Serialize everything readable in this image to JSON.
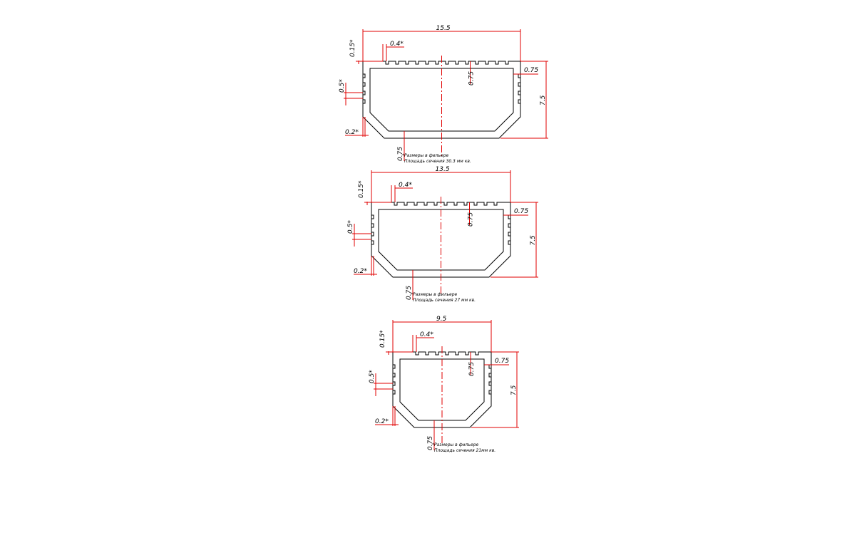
{
  "colors": {
    "outline": "#000000",
    "dimension": "#e00000"
  },
  "profiles": [
    {
      "width": "15.5",
      "height": "7.5",
      "tooth_depth": "0.15*",
      "tooth_width": "0.4*",
      "wall": "0.75",
      "side_tooth": "0.5*",
      "gap": "0.2*",
      "note_line1": "*Размеры в фильере",
      "note_line2": "Площадь сечения 30.3 мм кв."
    },
    {
      "width": "13.5",
      "height": "7.5",
      "tooth_depth": "0.15*",
      "tooth_width": "0.4*",
      "wall": "0.75",
      "side_tooth": "0.5*",
      "gap": "0.2*",
      "note_line1": "*Размеры в фильере",
      "note_line2": "Площадь сечения 27 мм кв."
    },
    {
      "width": "9.5",
      "height": "7.5",
      "tooth_depth": "0.15*",
      "tooth_width": "0.4*",
      "wall": "0.75",
      "side_tooth": "0.5*",
      "gap": "0.2*",
      "note_line1": "*Размеры в фильере",
      "note_line2": "Площадь сечения 21мм кв."
    }
  ]
}
